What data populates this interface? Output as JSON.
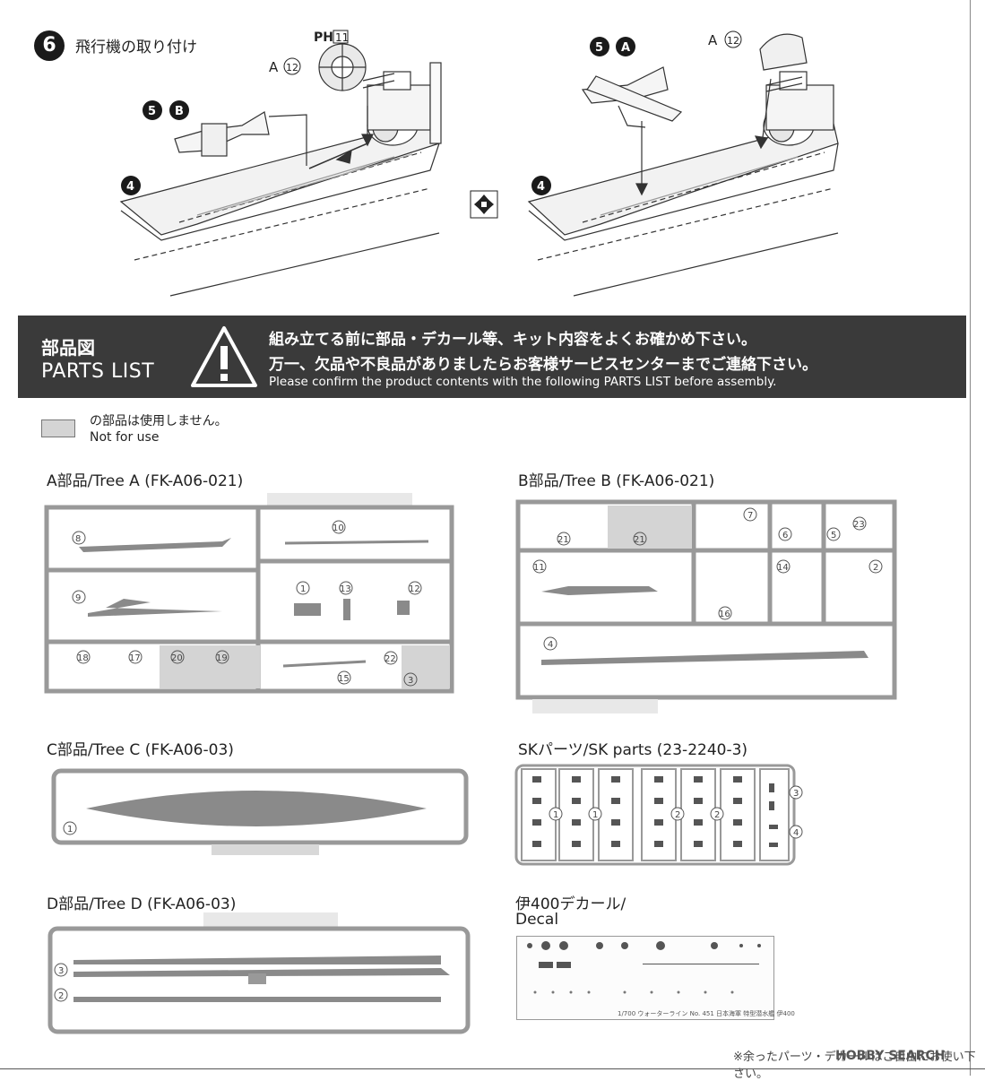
{
  "step": {
    "number": "6",
    "title": "飛行機の取り付け"
  },
  "assembly": {
    "left_labels": {
      "part_ph": "PH",
      "part_ph_num": "11",
      "part_a": "A",
      "part_a_num": "12",
      "sub5": "5",
      "sub5_letter": "B",
      "sub4": "4"
    },
    "right_labels": {
      "part_a": "A",
      "part_a_num": "12",
      "sub5": "5",
      "sub5_letter": "A",
      "sub4": "4"
    }
  },
  "banner": {
    "title_jp": "部品図",
    "title_en": "PARTS LIST",
    "line1_jp": "組み立てる前に部品・デカール等、キット内容をよくお確かめ下さい。",
    "line2_jp": "万一、欠品や不良品がありましたらお客様サービスセンターまでご連絡下さい。",
    "line_en": "Please confirm the product contents with the following PARTS LIST before assembly."
  },
  "legend": {
    "jp": "の部品は使用しません。",
    "en": "Not for use",
    "color": "#d4d4d4"
  },
  "trees": {
    "a": {
      "label": "A部品/Tree A (FK-A06-021)",
      "parts": [
        "8",
        "9",
        "10",
        "1",
        "13",
        "12",
        "18",
        "17",
        "20",
        "19",
        "15",
        "22",
        "3"
      ]
    },
    "b": {
      "label": "B部品/Tree B (FK-A06-021)",
      "parts": [
        "21",
        "21",
        "7",
        "6",
        "5",
        "23",
        "11",
        "14",
        "2",
        "16",
        "4"
      ]
    },
    "c": {
      "label": "C部品/Tree C (FK-A06-03)",
      "parts": [
        "1"
      ]
    },
    "sk": {
      "label": "SKパーツ/SK parts (23-2240-3)",
      "parts": [
        "1",
        "1",
        "2",
        "2",
        "3",
        "4"
      ]
    },
    "d": {
      "label": "D部品/Tree D (FK-A06-03)",
      "parts": [
        "3",
        "2"
      ]
    },
    "decal": {
      "label_line1": "伊400デカール/",
      "label_line2": "Decal",
      "caption": "1/700 ウォーターライン No. 451 日本海軍 特型潜水艦 伊400"
    }
  },
  "footnote": "※余ったパーツ・デカールはご自由にお使い下さい。",
  "watermark": "HOBBY SEARCH"
}
